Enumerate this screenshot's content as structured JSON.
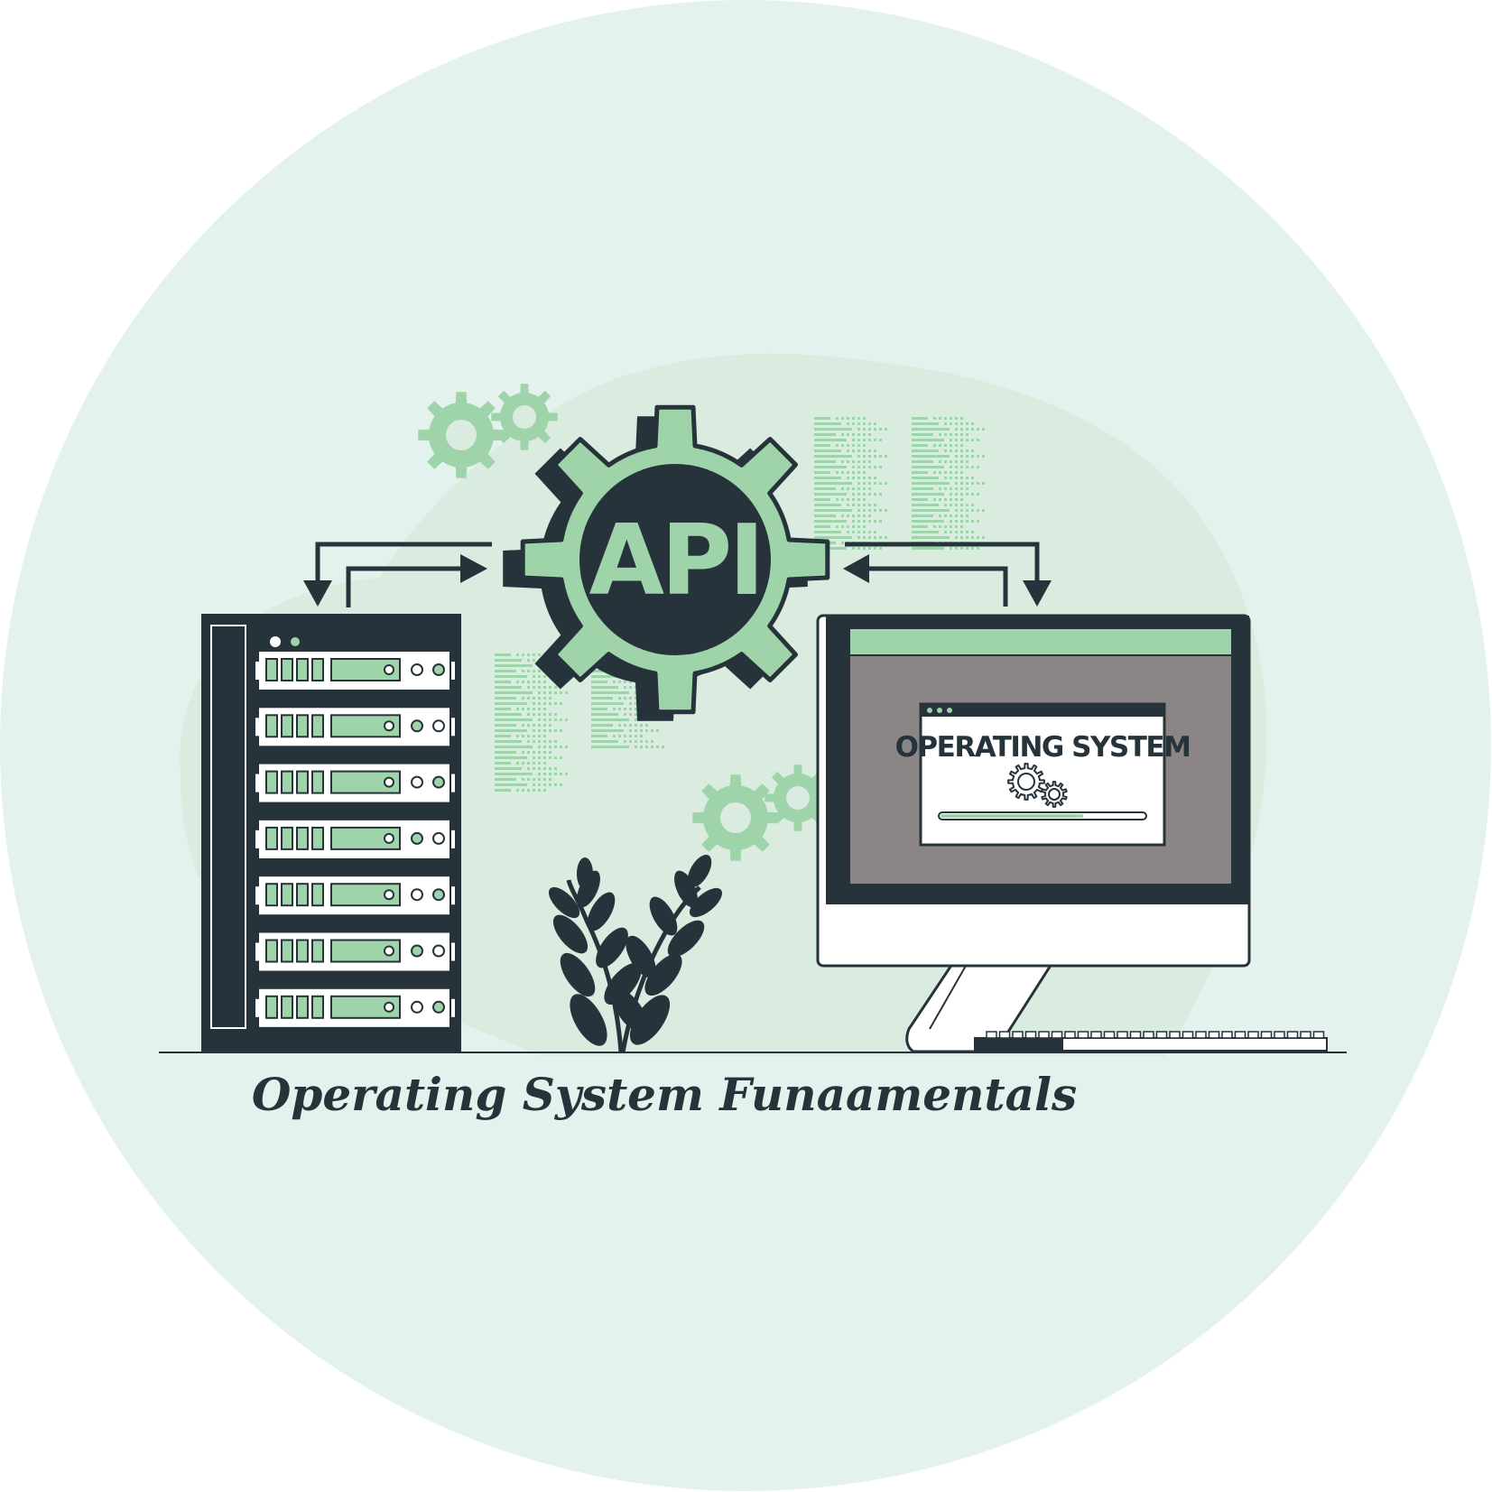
{
  "illustration": {
    "api_label": "API",
    "window_title": "OPERATING SYSTEM",
    "caption": "Operating System Funaamentals",
    "icons": [
      "server-rack-icon",
      "api-gear-icon",
      "monitor-icon",
      "gear-icon",
      "plant-icon",
      "keyboard-icon",
      "arrow-icon"
    ],
    "colors": {
      "dark": "#26333a",
      "green": "#9fd3aa",
      "background_circle": "#e3f2ec",
      "blob": "#d9ecdf",
      "screen_gray": "#8c8585"
    },
    "server_units": 7,
    "progress": 0.7
  }
}
